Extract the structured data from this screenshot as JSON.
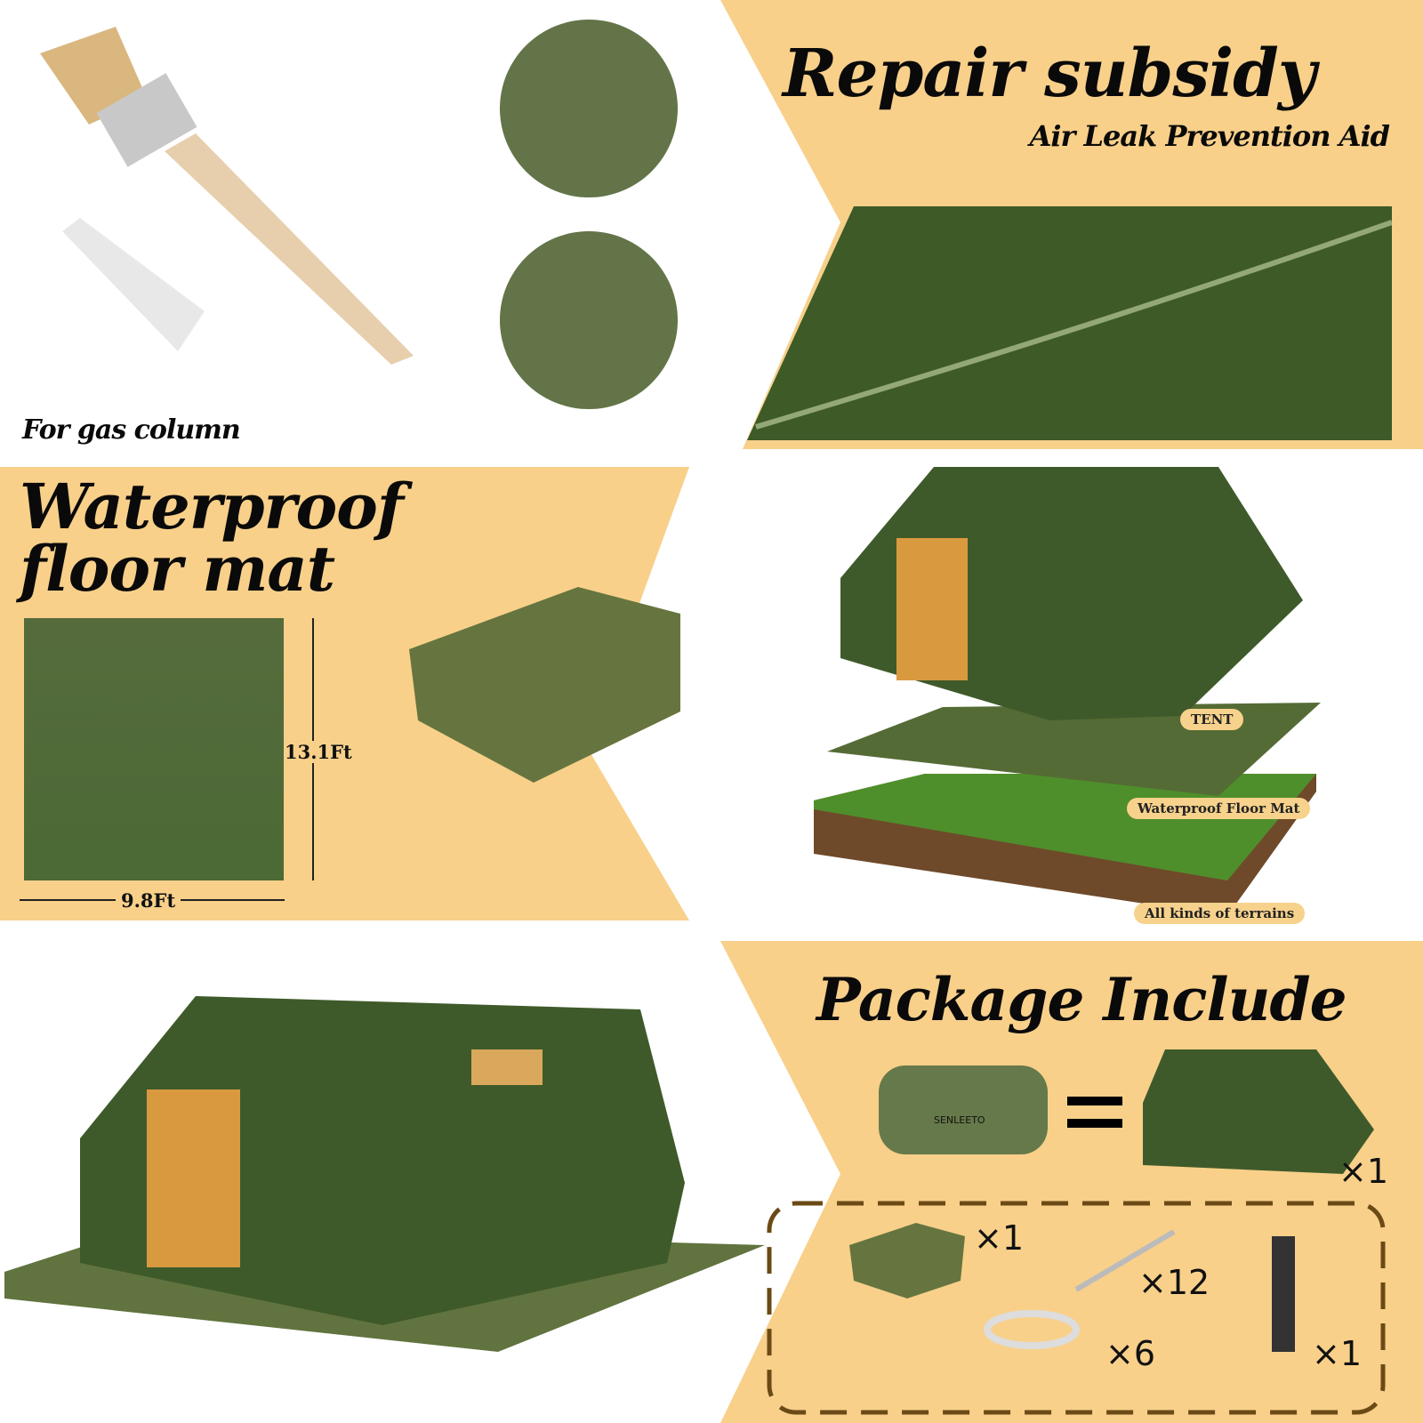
{
  "colors": {
    "beige": "#f8d08a",
    "olive": "#637448",
    "dark_olive": "#3f5a2a"
  },
  "repair": {
    "title": "Repair subsidy",
    "subtitle": "Air Leak Prevention Aid",
    "caption": "For gas column"
  },
  "floor_mat": {
    "title_line1": "Waterproof",
    "title_line2": "floor mat",
    "height": "13.1Ft",
    "width": "9.8Ft"
  },
  "diagram": {
    "tent_label": "TENT",
    "mat_label": "Waterproof Floor Mat",
    "terrain_label": "All kinds of terrains"
  },
  "package": {
    "title": "Package Include",
    "brand": "SENLEETO",
    "tent_qty": "×1",
    "mat_qty": "×1",
    "stakes_qty": "×12",
    "ropes_qty": "×6",
    "pump_qty": "×1"
  }
}
